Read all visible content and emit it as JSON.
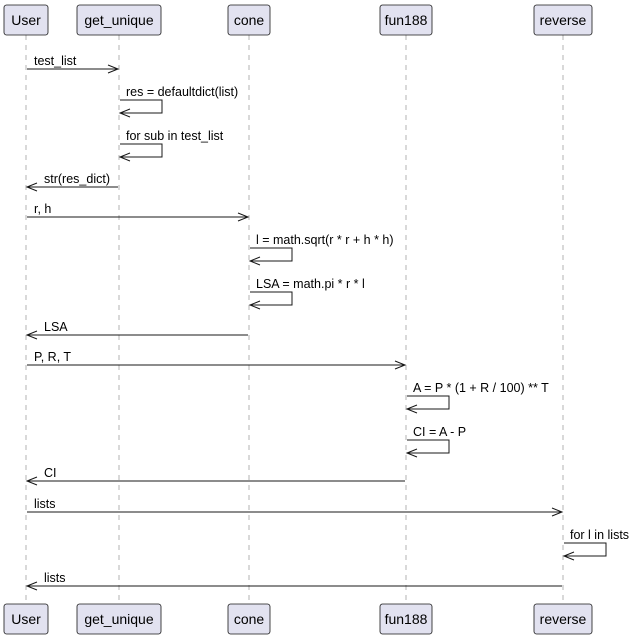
{
  "participants": [
    {
      "id": "user",
      "label": "User"
    },
    {
      "id": "get_unique",
      "label": "get_unique"
    },
    {
      "id": "cone",
      "label": "cone"
    },
    {
      "id": "fun188",
      "label": "fun188"
    },
    {
      "id": "reverse",
      "label": "reverse"
    }
  ],
  "messages": [
    {
      "from": "user",
      "to": "get_unique",
      "label": "test_list"
    },
    {
      "from": "get_unique",
      "to": "get_unique",
      "label": "res = defaultdict(list)"
    },
    {
      "from": "get_unique",
      "to": "get_unique",
      "label": "for sub in test_list"
    },
    {
      "from": "get_unique",
      "to": "user",
      "label": "str(res_dict)"
    },
    {
      "from": "user",
      "to": "cone",
      "label": "r, h"
    },
    {
      "from": "cone",
      "to": "cone",
      "label": "l = math.sqrt(r * r + h * h)"
    },
    {
      "from": "cone",
      "to": "cone",
      "label": "LSA = math.pi * r * l"
    },
    {
      "from": "cone",
      "to": "user",
      "label": "LSA"
    },
    {
      "from": "user",
      "to": "fun188",
      "label": "P, R, T"
    },
    {
      "from": "fun188",
      "to": "fun188",
      "label": "A = P * (1 + R / 100) ** T"
    },
    {
      "from": "fun188",
      "to": "fun188",
      "label": "CI = A - P"
    },
    {
      "from": "fun188",
      "to": "user",
      "label": "CI"
    },
    {
      "from": "user",
      "to": "reverse",
      "label": "lists"
    },
    {
      "from": "reverse",
      "to": "reverse",
      "label": "for l in lists"
    },
    {
      "from": "reverse",
      "to": "user",
      "label": "lists"
    }
  ]
}
